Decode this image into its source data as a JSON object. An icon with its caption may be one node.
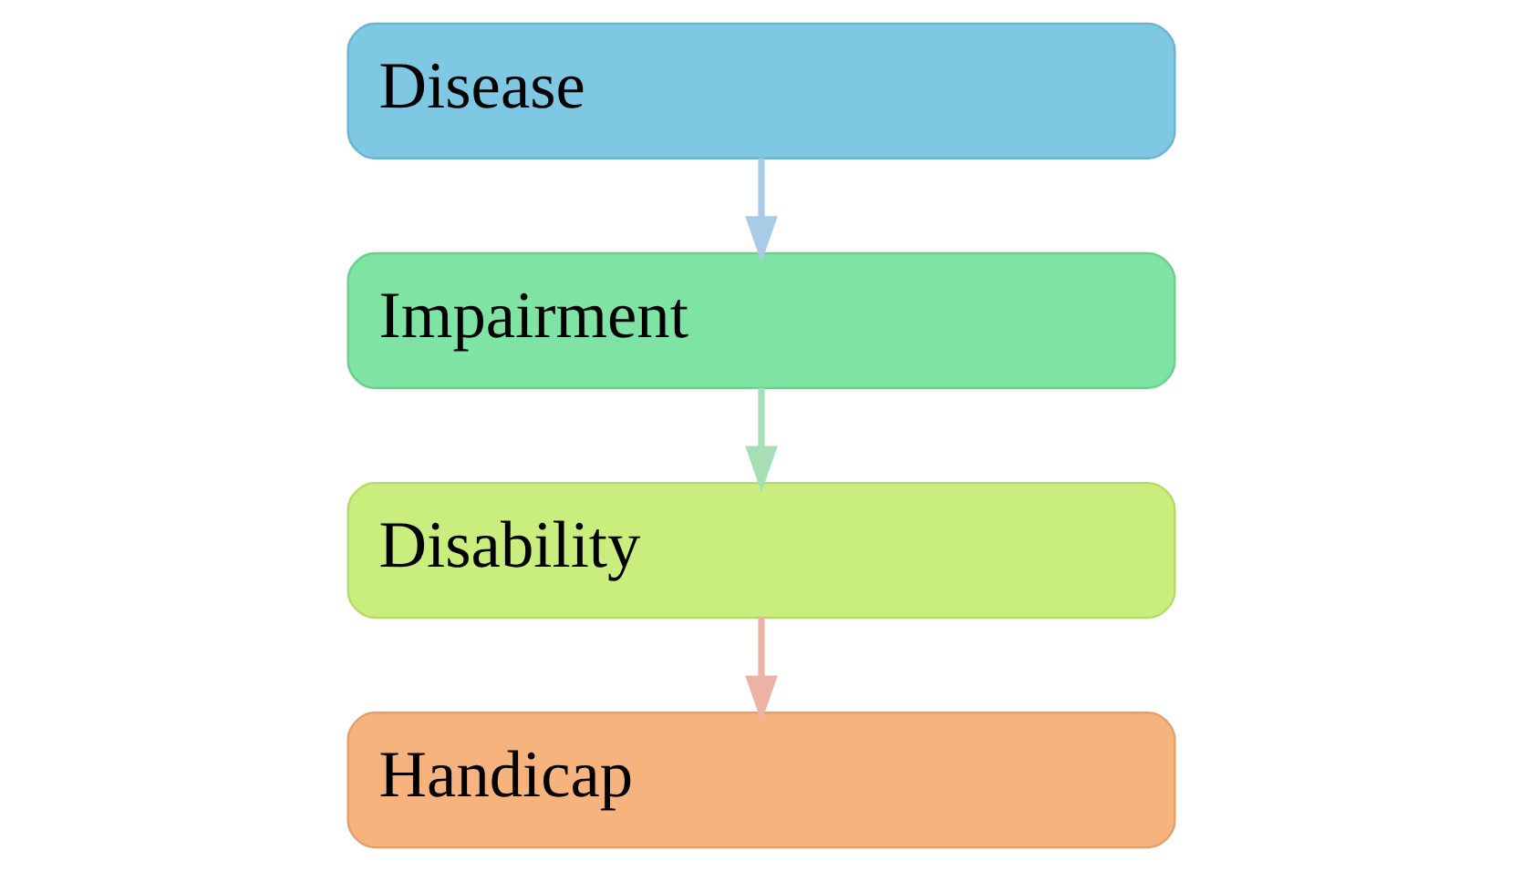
{
  "diagram": {
    "nodes": [
      {
        "text": [
          "Disease"
        ]
      },
      {
        "text": [
          "Impairment"
        ]
      },
      {
        "text": [
          "Disability"
        ]
      },
      {
        "text": [
          "Handicap"
        ]
      }
    ],
    "edges": [
      {
        "from": 0,
        "to": 1,
        "arrow": "to",
        "color": "#a9cbe6"
      },
      {
        "from": 1,
        "to": 2,
        "arrow": "to",
        "color": "#a6dfb5"
      },
      {
        "from": 2,
        "to": 3,
        "arrow": "to",
        "color": "#eab3a6"
      }
    ]
  }
}
